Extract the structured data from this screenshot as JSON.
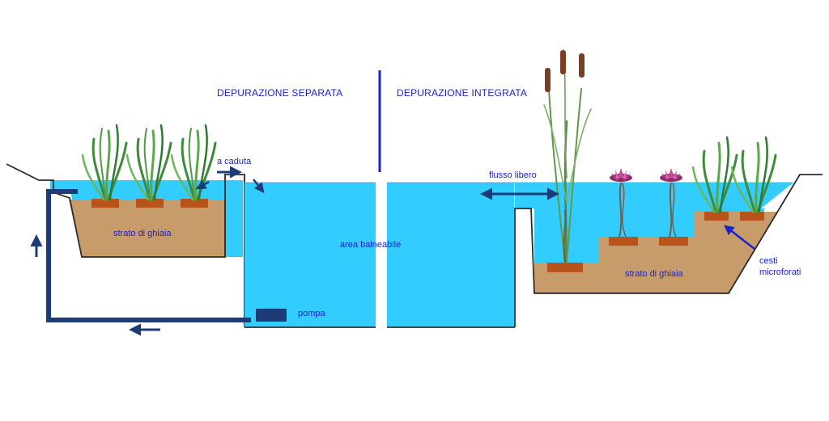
{
  "headings": {
    "left": "DEPURAZIONE SEPARATA",
    "right": "DEPURAZIONE INTEGRATA"
  },
  "labels": {
    "a_caduta": "a caduta",
    "flusso_libero": "flusso libero",
    "strato_left": "strato di ghiaia",
    "strato_right": "strato di ghiaia",
    "area": "area balneabile",
    "pompa": "pompa",
    "cesti_line1": "cesti",
    "cesti_line2": "microforati"
  },
  "colors": {
    "water": "#33ccff",
    "gravel": "#c89b6a",
    "basket": "#b8531a",
    "pipe": "#1c3c78",
    "label": "#1a22d6",
    "divider": "#1c22c8",
    "outline": "#2a2a2a"
  }
}
